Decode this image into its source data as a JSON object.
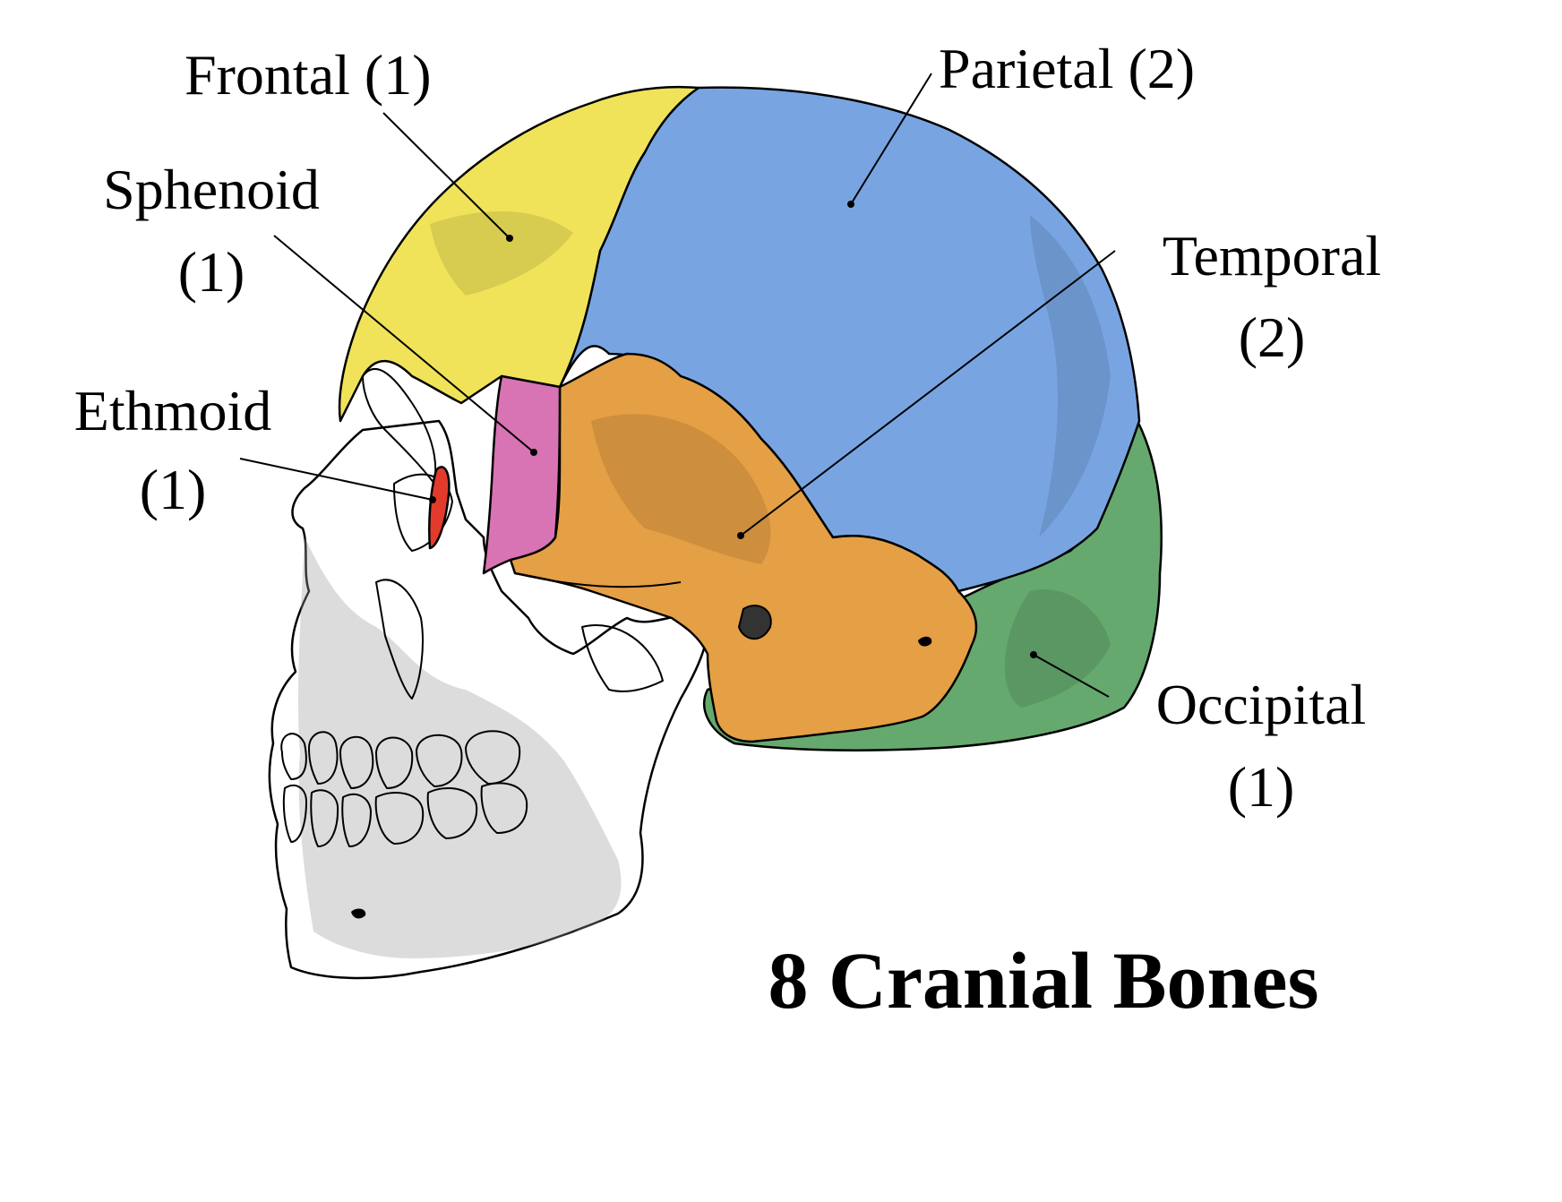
{
  "title": "8 Cranial Bones",
  "labels": {
    "frontal": "Frontal (1)",
    "parietal": "Parietal (2)",
    "sphenoid_line1": "Sphenoid",
    "sphenoid_line2": "(1)",
    "temporal_line1": "Temporal",
    "temporal_line2": "(2)",
    "ethmoid_line1": "Ethmoid",
    "ethmoid_line2": "(1)",
    "occipital_line1": "Occipital",
    "occipital_line2": "(1)"
  },
  "colors": {
    "frontal": "#f0e35a",
    "parietal": "#78a5e2",
    "temporal": "#e59f44",
    "sphenoid": "#d874b3",
    "ethmoid": "#e23b2b",
    "occipital": "#65a96e",
    "face": "#ffffff"
  }
}
